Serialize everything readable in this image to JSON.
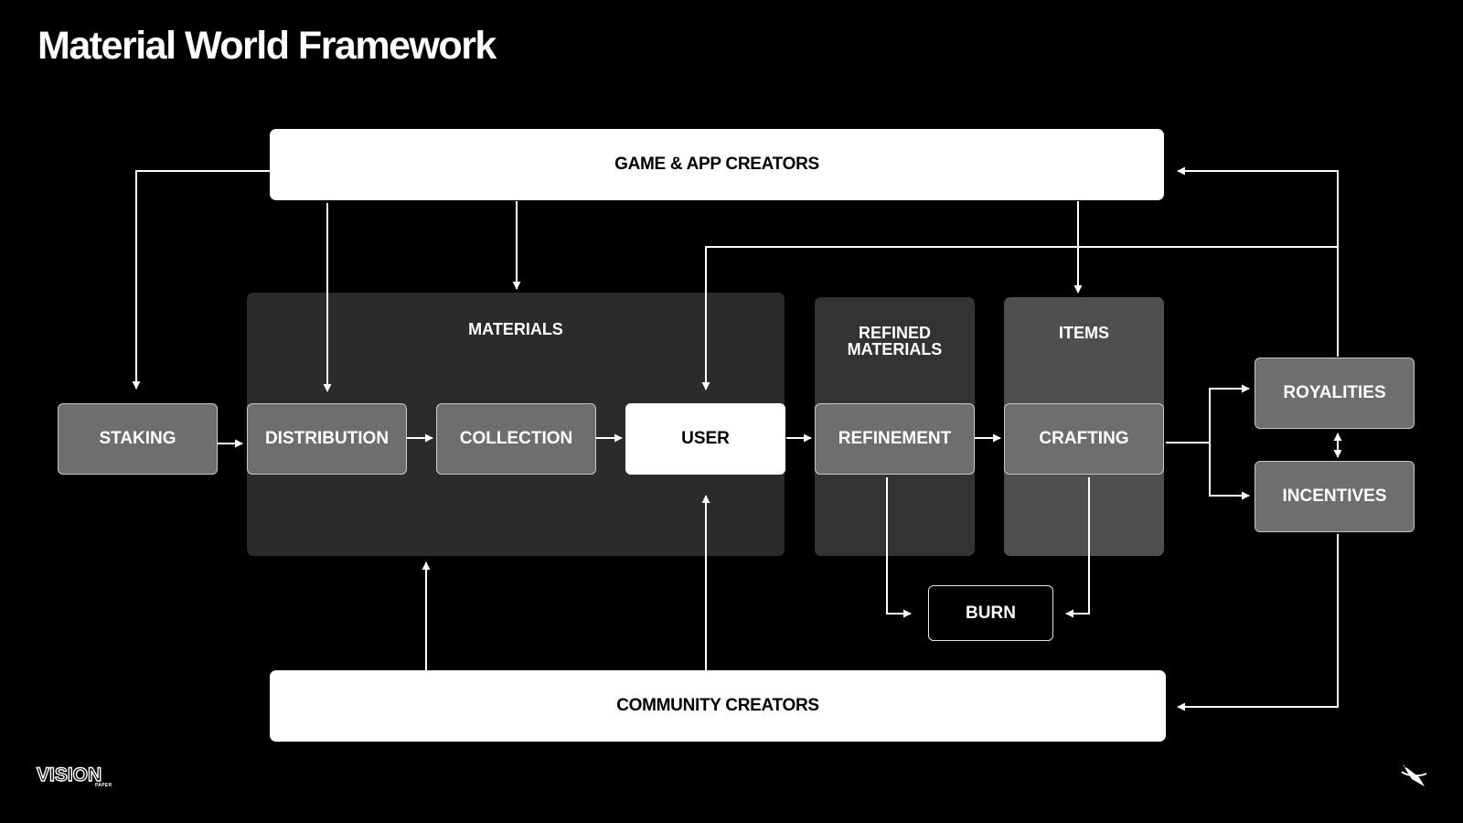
{
  "title": "Material World Framework",
  "top_bar": "GAME & APP CREATORS",
  "bottom_bar": "COMMUNITY CREATORS",
  "panels": {
    "materials": "MATERIALS",
    "refined_line1": "REFINED",
    "refined_line2": "MATERIALS",
    "items": "ITEMS"
  },
  "nodes": {
    "staking": "STAKING",
    "distribution": "DISTRIBUTION",
    "collection": "COLLECTION",
    "user": "USER",
    "refinement": "REFINEMENT",
    "crafting": "CRAFTING",
    "royalities": "ROYALITIES",
    "incentives": "INCENTIVES",
    "burn": "BURN"
  },
  "footer": {
    "brand": "VISION",
    "brand_sub": "PAPER",
    "logo_icon": "planet-ring-icon"
  },
  "colors": {
    "background": "#000000",
    "materials_panel": "#2b2b2b",
    "refined_panel": "#333333",
    "items_panel": "#4f4f4f",
    "node_grey": "#6e6e6e",
    "node_white": "#ffffff"
  }
}
